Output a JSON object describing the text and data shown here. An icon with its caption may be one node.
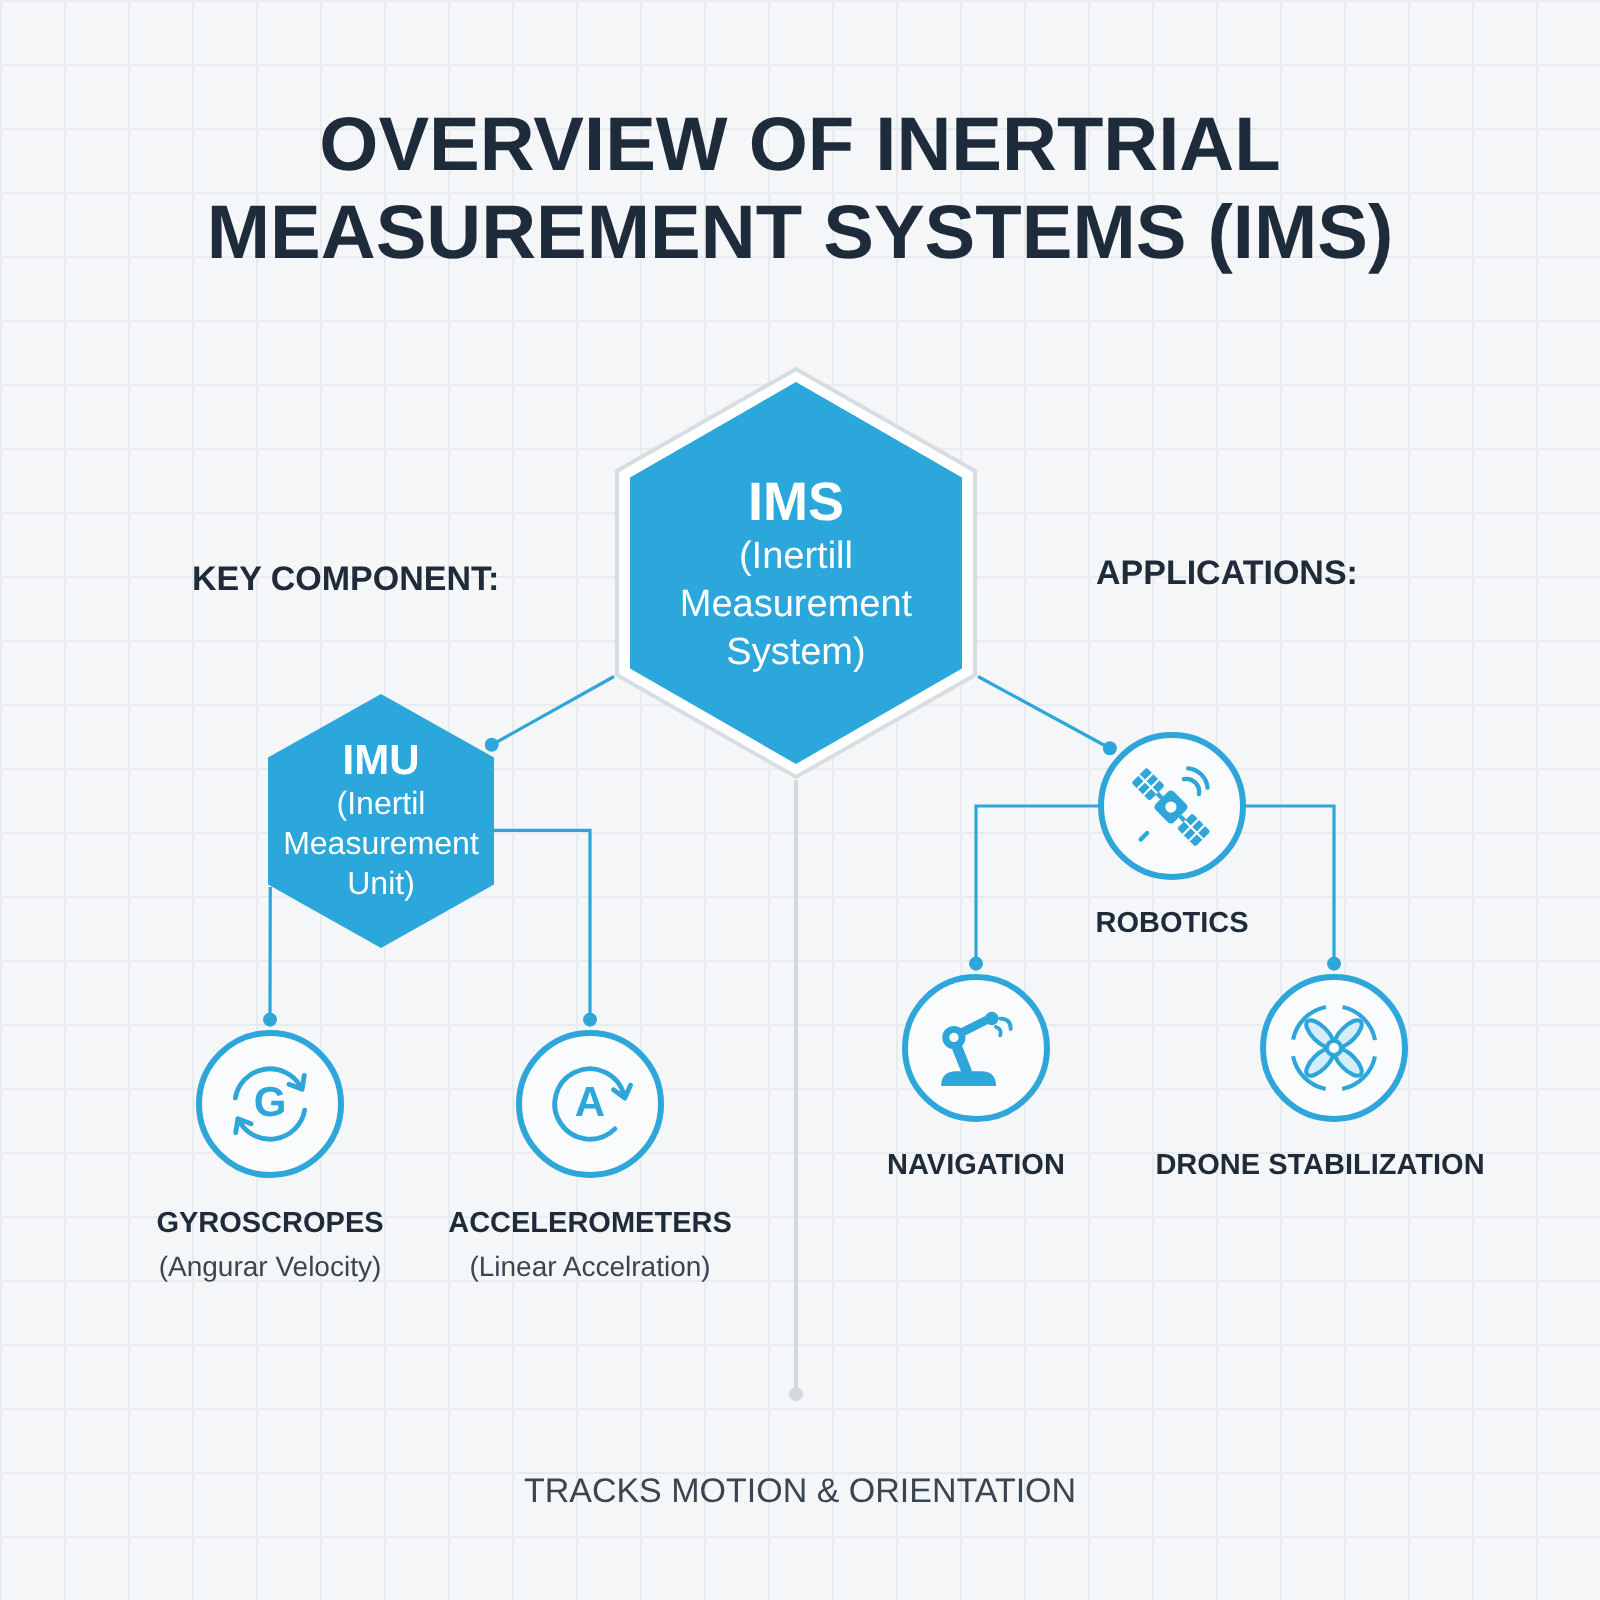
{
  "diagram": {
    "title": "OVERVIEW OF INERTRIAL MEASUREMENT SYSTEMS (IMS)",
    "nodes": [
      {
        "text": [
          "IMS",
          "(Inertill Measurement System)"
        ]
      },
      {
        "text": [
          "IMU",
          "(Inertil Measurement Unit)"
        ]
      },
      {
        "text": [],
        "shape": "circle",
        "beside": [
          "ROBOTICS"
        ]
      },
      {
        "text": [
          "G"
        ],
        "beside": [
          "GYROSCROPES",
          "(Angurar Velocity)"
        ]
      },
      {
        "text": [
          "A"
        ],
        "beside": [
          "ACCELEROMETERS",
          "(Linear Accelration)"
        ]
      },
      {
        "text": [],
        "shape": "circle",
        "beside": [
          "NAVIGATION"
        ]
      },
      {
        "text": [],
        "shape": "circle",
        "beside": [
          "DRONE STABILIZATION"
        ]
      }
    ],
    "edges": [
      {
        "from": 0,
        "to": 1,
        "arrow": "other"
      },
      {
        "from": 0,
        "to": 2,
        "arrow": "other"
      },
      {
        "from": 1,
        "to": 3,
        "arrow": "other"
      },
      {
        "from": 1,
        "to": 4,
        "arrow": "other"
      },
      {
        "from": 2,
        "to": 5,
        "arrow": "other"
      },
      {
        "from": 2,
        "to": 6,
        "arrow": "other"
      },
      {
        "from": 0,
        "to": null,
        "arrow": "other",
        "color": "#d3d8dd"
      }
    ],
    "labels": [
      "KEY COMPONENT:",
      "APPLICATIONS:",
      "TRACKS MOTION & ORIENTATION"
    ]
  }
}
